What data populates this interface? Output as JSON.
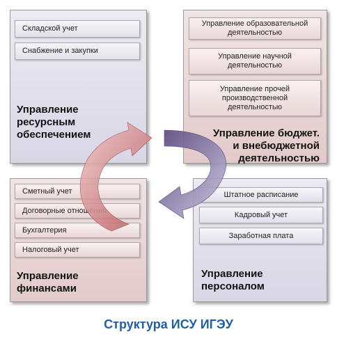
{
  "blocks": {
    "resource": {
      "title_lines": [
        "Управление",
        "ресурсным",
        "обеспечением"
      ],
      "items": [
        "Складской учет",
        "Снабжение и закупки"
      ]
    },
    "budget": {
      "title_lines": [
        "Управление бюджет.",
        "и внебюджетной",
        "деятельностью"
      ],
      "items": [
        [
          "Управление образовательной",
          "деятельностью"
        ],
        [
          "Управление научной",
          "деятельностью"
        ],
        [
          "Управление прочей",
          "производственной",
          "деятельностью"
        ]
      ]
    },
    "finance": {
      "title_lines": [
        "Управление",
        "финансами"
      ],
      "items": [
        "Сметный учет",
        "Договорные отношения",
        "Бухгалтерия",
        "Налоговый учет"
      ]
    },
    "personnel": {
      "title_lines": [
        "Управление",
        "персоналом"
      ],
      "items": [
        "Штатное расписание",
        "Кадровый учет",
        "Заработная плата"
      ]
    }
  },
  "caption": "Структура ИСУ ИГЭУ",
  "colors": {
    "purple_block": "#d9d6e6",
    "red_block": "#e3caca",
    "arrow_red": "#c9787a",
    "arrow_purple": "#7a6a9c",
    "caption": "#1f5fa8"
  }
}
